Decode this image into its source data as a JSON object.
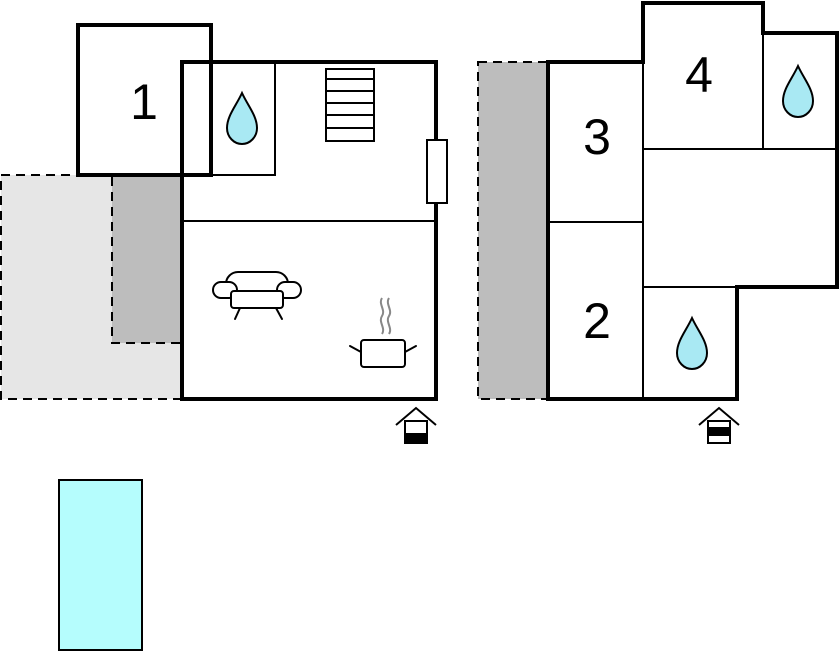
{
  "rooms": {
    "bedroom_1": "1",
    "bedroom_2": "2",
    "bedroom_3": "3",
    "bedroom_4": "4"
  },
  "icons": {
    "bathroom": "water-drop-icon",
    "stairs": "stairs-icon",
    "living": "sofa-icon",
    "kitchen": "cooking-pot-icon",
    "entrance": "entrance-house-icon",
    "window": "window-icon"
  },
  "colors": {
    "terrace_light": "#e6e6e6",
    "terrace_dark": "#bdbdbd",
    "pool": "#b5fdfd",
    "water_drop": "#a9e9f3",
    "walls": "#000000"
  }
}
